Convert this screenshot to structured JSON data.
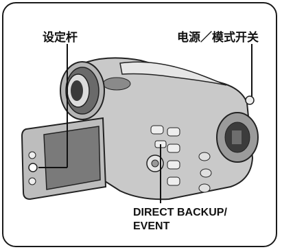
{
  "callouts": {
    "lever": "设定杆",
    "power": "电源／模式开关",
    "backup_line1": "DIRECT BACKUP/",
    "backup_line2": "EVENT"
  }
}
